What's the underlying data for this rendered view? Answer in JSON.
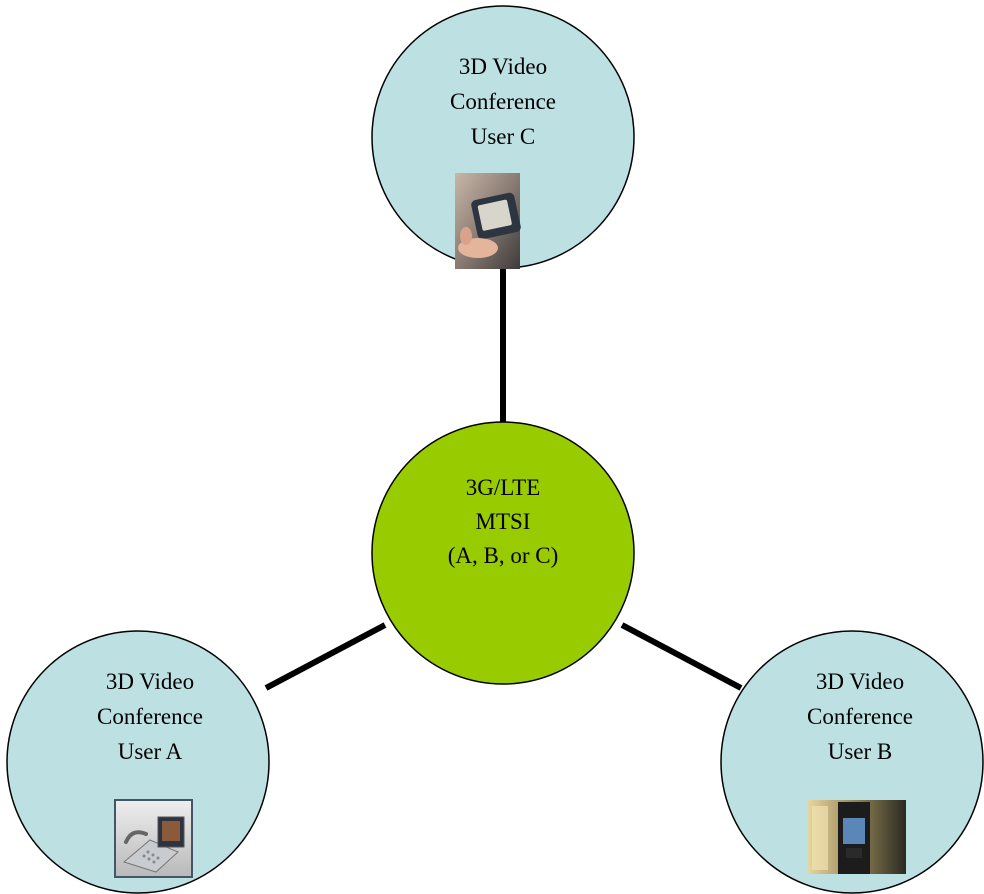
{
  "hub": {
    "lines": [
      "3G/LTE",
      "MTSI",
      "(A, B, or C)"
    ],
    "color": "#99cc00"
  },
  "users": [
    {
      "id": "user-c",
      "lines": [
        "3D Video",
        "Conference",
        "User C"
      ],
      "device_icon": "handheld-3d-phone-photo"
    },
    {
      "id": "user-a",
      "lines": [
        "3D Video",
        "Conference",
        "User A"
      ],
      "device_icon": "desk-videophone-photo"
    },
    {
      "id": "user-b",
      "lines": [
        "3D Video",
        "Conference",
        "User B"
      ],
      "device_icon": "video-kiosk-photo"
    }
  ],
  "colors": {
    "user_fill": "#bde0e3",
    "outline": "#000000",
    "connector": "#000000"
  }
}
